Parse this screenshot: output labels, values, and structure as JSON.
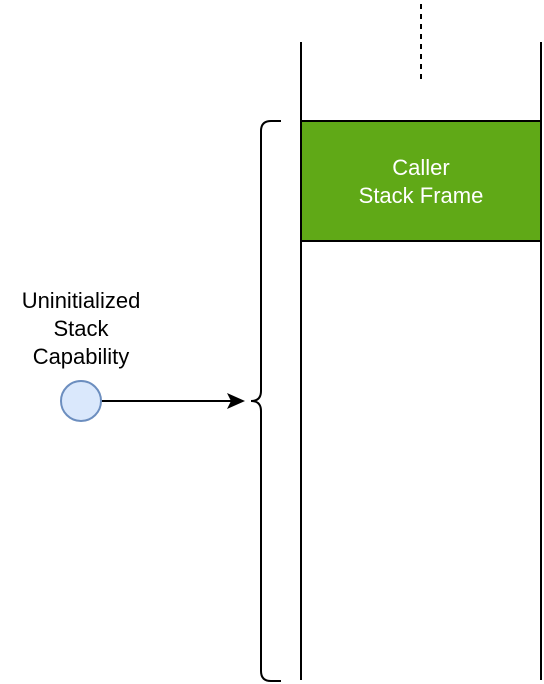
{
  "diagram": {
    "caller_frame": {
      "line1": "Caller",
      "line2": "Stack Frame",
      "fill": "#60a917",
      "text_color": "#ffffff"
    },
    "capability": {
      "line1": "Uninitialized",
      "line2": "Stack",
      "line3": "Capability",
      "fill": "#dae8fc",
      "stroke": "#6c8ebf"
    },
    "line_color": "#000000"
  }
}
